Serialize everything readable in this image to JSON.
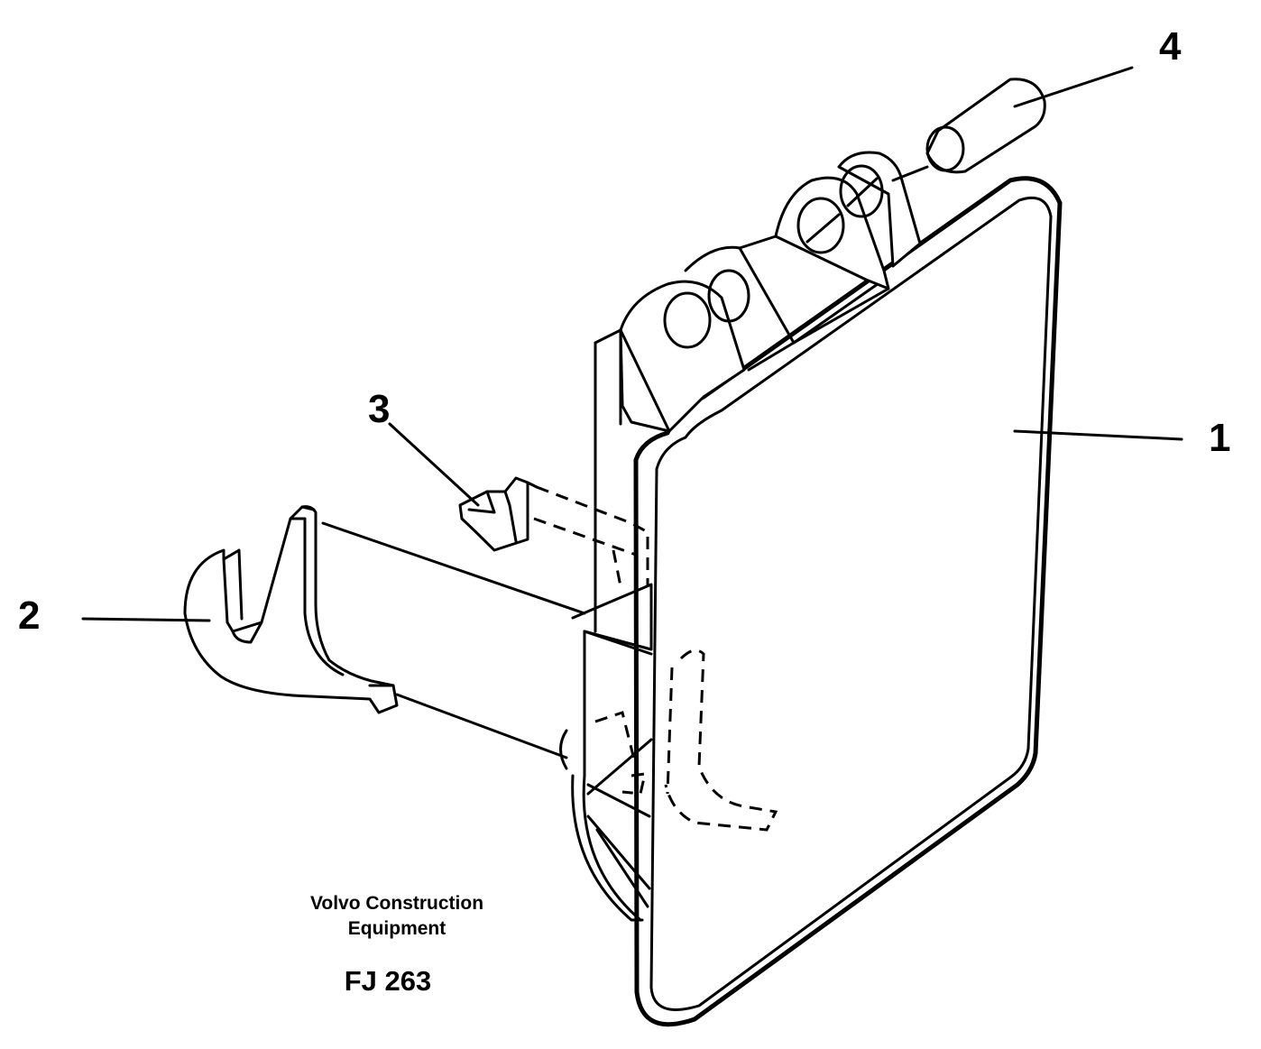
{
  "callouts": {
    "one": "1",
    "two": "2",
    "three": "3",
    "four": "4"
  },
  "caption": {
    "line1": "Volvo Construction",
    "line2": "Equipment",
    "code": "FJ 263"
  }
}
